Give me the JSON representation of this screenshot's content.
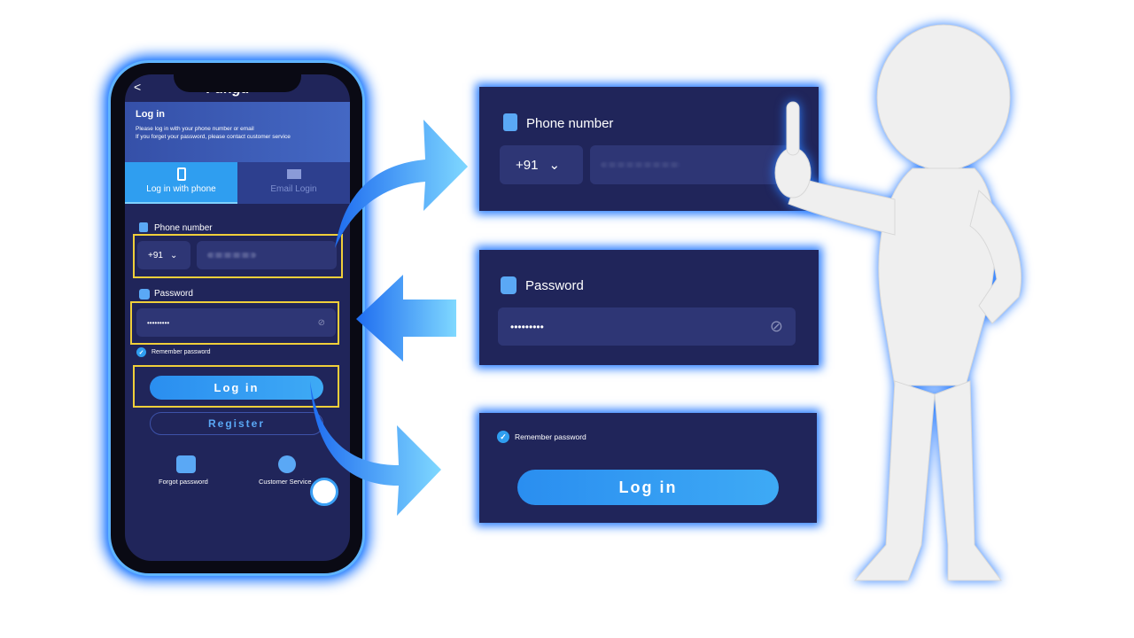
{
  "phone": {
    "back": "<",
    "logo": "Fungu",
    "title": "Log in",
    "subtitle1": "Please log in with your phone number or email",
    "subtitle2": "If you forget your password, please contact customer service",
    "tabs": [
      {
        "label": "Log in with phone",
        "active": true
      },
      {
        "label": "Email Login",
        "active": false
      }
    ],
    "phone_label": "Phone number",
    "country_code": "+91",
    "password_label": "Password",
    "password_value": "•••••••••",
    "remember": "Remember password",
    "login": "Log in",
    "register": "Register",
    "forgot": "Forgot password",
    "service": "Customer Service"
  },
  "zoom_panels": {
    "phone_label": "Phone number",
    "country_code": "+91",
    "password_label": "Password",
    "password_value": "•••••••••",
    "remember": "Remember password",
    "login": "Log in"
  },
  "colors": {
    "accent": "#2f9ef0",
    "panel": "#20255a",
    "highlight": "#f0cf3a",
    "glow": "#2a7dff"
  }
}
